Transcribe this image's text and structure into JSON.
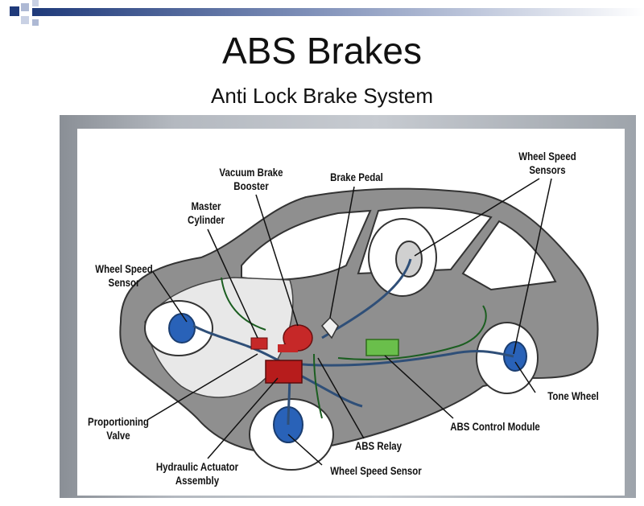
{
  "slide": {
    "title": "ABS Brakes",
    "subtitle": "Anti Lock Brake System"
  },
  "labels": {
    "vacuum_brake_booster": [
      "Vacuum Brake",
      "Booster"
    ],
    "brake_pedal": "Brake Pedal",
    "wheel_speed_sensors": [
      "Wheel Speed",
      "Sensors"
    ],
    "master_cylinder": [
      "Master",
      "Cylinder"
    ],
    "wheel_speed_sensor_left": [
      "Wheel Speed",
      "Sensor"
    ],
    "proportioning_valve": [
      "Proportioning",
      "Valve"
    ],
    "hydraulic_actuator_assembly": [
      "Hydraulic Actuator",
      "Assembly"
    ],
    "abs_relay": "ABS Relay",
    "wheel_speed_sensor_bottom": "Wheel Speed Sensor",
    "abs_control_module": "ABS Control Module",
    "tone_wheel": "Tone Wheel"
  },
  "colors": {
    "title_bar_accent": "#1f3a7a",
    "car_body": "#8f8f8f",
    "brake_components": "#c62828",
    "abs_module": "#6abf4b",
    "brake_lines": "#2f4f78",
    "wheel_hub": "#2962b8"
  }
}
